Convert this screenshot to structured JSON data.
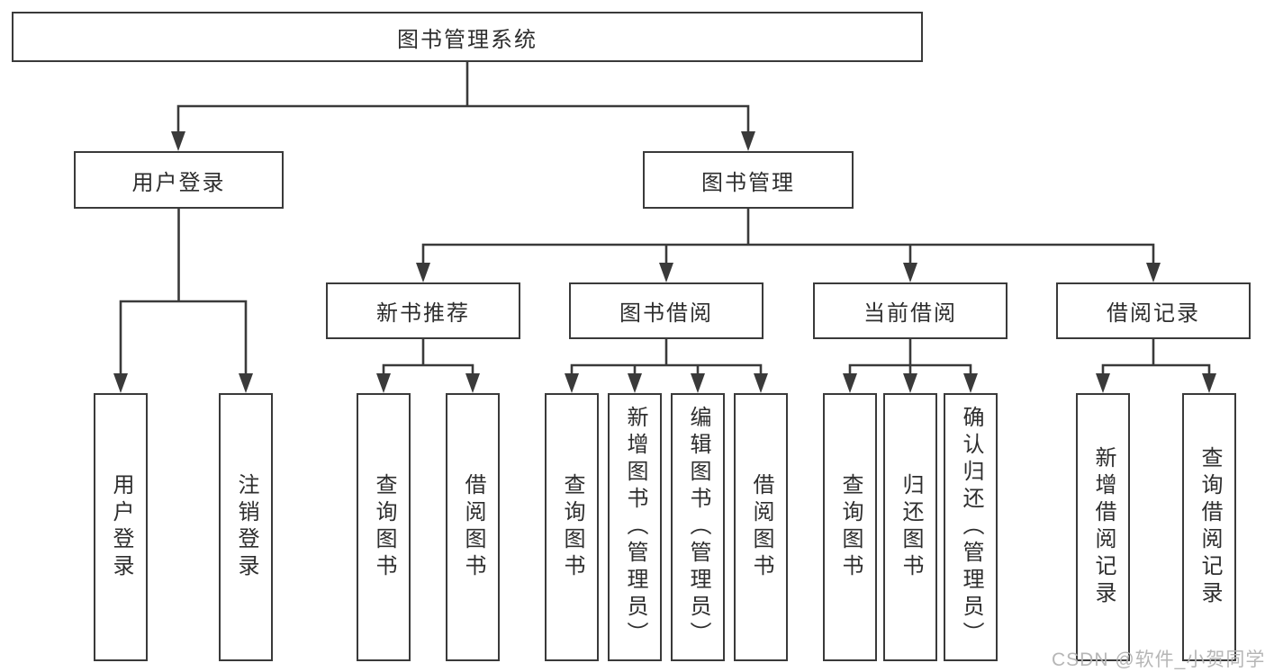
{
  "tree": {
    "root": {
      "label": "图书管理系统"
    },
    "children": [
      {
        "label": "用户登录",
        "children": [
          {
            "label": "用户登录"
          },
          {
            "label": "注销登录"
          }
        ]
      },
      {
        "label": "图书管理",
        "children": [
          {
            "label": "新书推荐",
            "children": [
              {
                "label": "查询图书"
              },
              {
                "label": "借阅图书"
              }
            ]
          },
          {
            "label": "图书借阅",
            "children": [
              {
                "label": "查询图书"
              },
              {
                "label": "新增图书（管理员）"
              },
              {
                "label": "编辑图书（管理员）"
              },
              {
                "label": "借阅图书"
              }
            ]
          },
          {
            "label": "当前借阅",
            "children": [
              {
                "label": "查询图书"
              },
              {
                "label": "归还图书"
              },
              {
                "label": "确认归还（管理员）"
              }
            ]
          },
          {
            "label": "借阅记录",
            "children": [
              {
                "label": "新增借阅记录"
              },
              {
                "label": "查询借阅记录"
              }
            ]
          }
        ]
      }
    ]
  },
  "watermark": "CSDN @软件_小贺同学",
  "colors": {
    "line": "#3a3a3a",
    "text": "#2e2e2e",
    "watermark": "#b2b2b2",
    "background": "#ffffff"
  }
}
